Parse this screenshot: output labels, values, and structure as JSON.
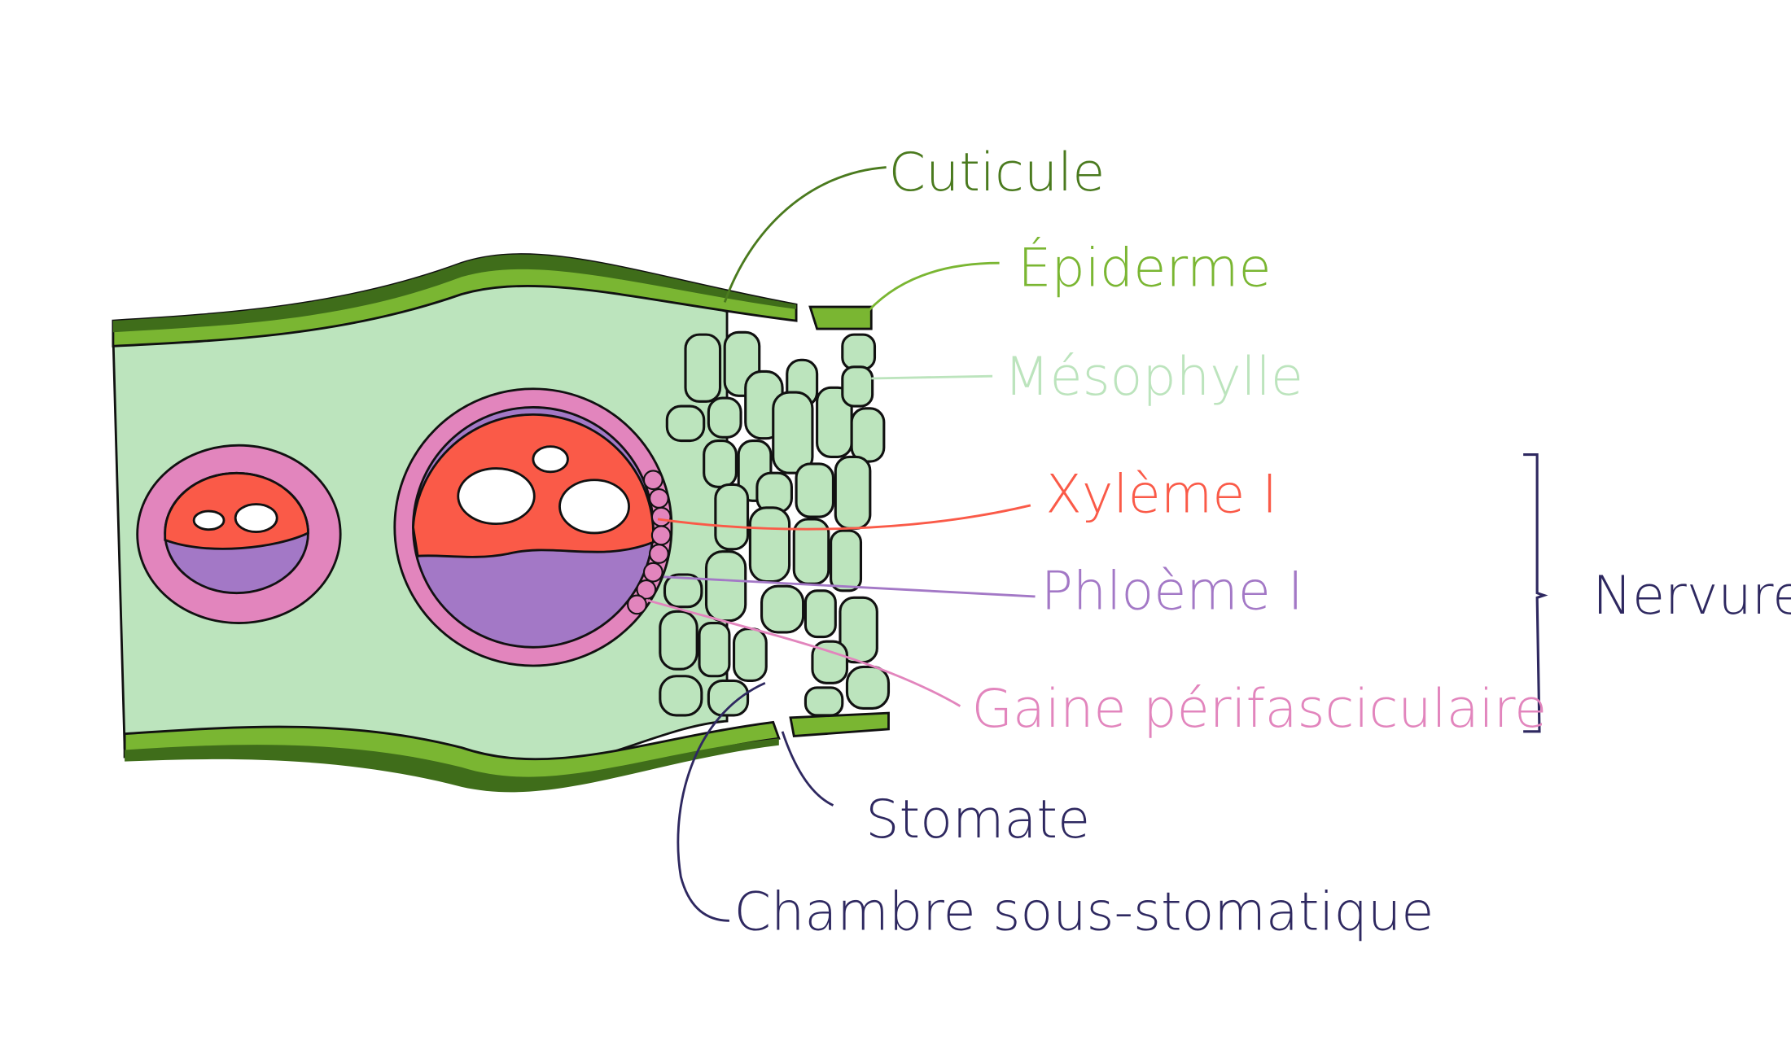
{
  "labels": {
    "cuticule": "Cuticule",
    "epiderme": "Épiderme",
    "mesophylle": "Mésophylle",
    "xyleme": "Xylème I",
    "phloeme": "Phloème I",
    "gaine": "Gaine périfasciculaire",
    "stomate": "Stomate",
    "chambre": "Chambre sous-stomatique",
    "nervure": "Nervure"
  },
  "colors": {
    "cuticule": "#4a7a1e",
    "epiderme": "#7ab632",
    "mesophylle": "#bce4bd",
    "xyleme": "#fa5a48",
    "phloeme": "#a378c6",
    "gaine": "#e285bd",
    "dark": "#2e2860"
  }
}
